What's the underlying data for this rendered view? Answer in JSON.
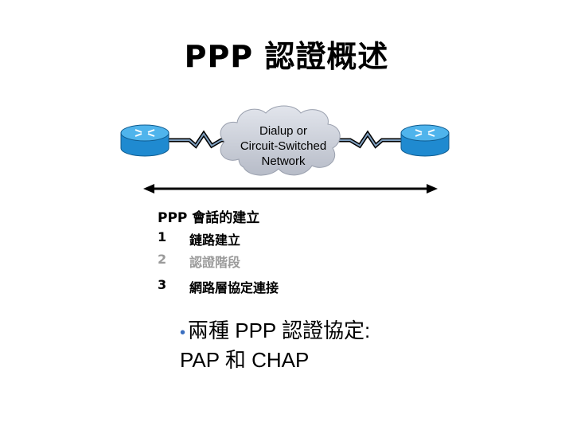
{
  "title": "PPP 認證概述",
  "cloud": {
    "line1": "Dialup or",
    "line2": "Circuit-Switched",
    "line3": "Network"
  },
  "steps": {
    "heading": "PPP 會話的建立",
    "items": [
      {
        "num": "1",
        "label": "鏈路建立"
      },
      {
        "num": "2",
        "label": "認證階段"
      },
      {
        "num": "3",
        "label": "網路層協定連接"
      }
    ]
  },
  "bullet": {
    "line1": "兩種 PPP 認證協定:",
    "line2": "PAP 和 CHAP"
  },
  "colors": {
    "router_body": "#1f8ad0",
    "router_top": "#4fb4ec",
    "cloud_fill": "#c8ccd6",
    "faded_text": "#9a9a9a",
    "bullet": "#3a6fc0"
  }
}
